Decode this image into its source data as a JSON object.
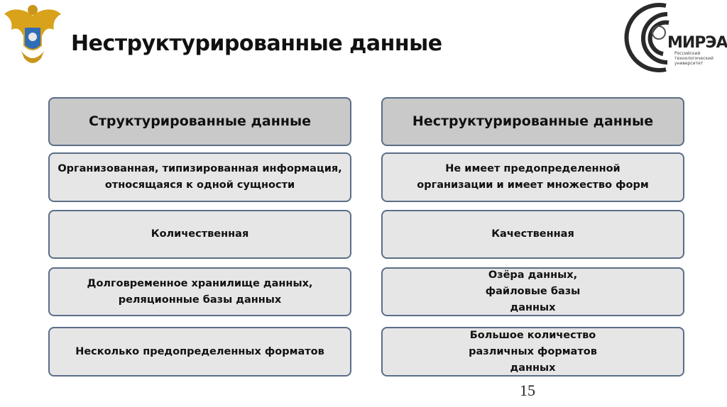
{
  "slide": {
    "title": "Неструктурированные данные",
    "page_number": "15",
    "logo": {
      "name": "МИРЭА",
      "subtitle": "Российский технологический университет"
    }
  },
  "columns": [
    {
      "header": "Структурированные данные",
      "items": [
        "Организованная, типизированная информация, относящаяся к одной сущности",
        "Количественная",
        "Долговременное хранилище данных, реляционные базы данных",
        "Несколько предопределенных форматов"
      ]
    },
    {
      "header": "Неструктурированные данные",
      "items": [
        "Не имеет предопределенной организации и имеет множество форм",
        "Качественная",
        "Озёра данных, файловые базы данных",
        "Большое количество различных форматов данных"
      ]
    }
  ],
  "colors": {
    "header_bg": "#c9c9c9",
    "item_bg": "#e6e6e6",
    "border": "#5b6e87"
  }
}
